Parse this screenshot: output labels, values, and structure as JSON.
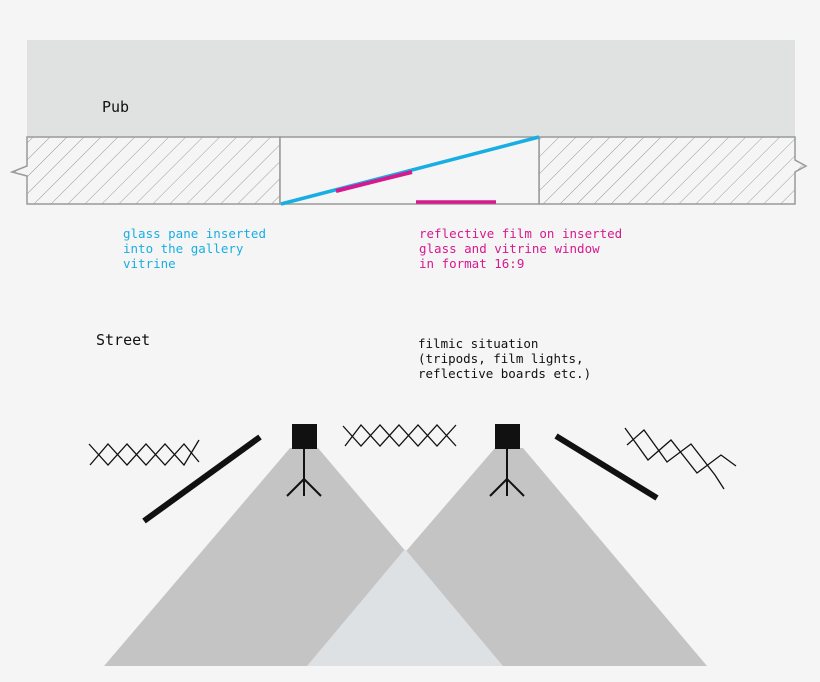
{
  "labels": {
    "pub": "Pub",
    "street": "Street",
    "glass_pane": "glass pane inserted\ninto the gallery\nvitrine",
    "reflective_film": "reflective film on inserted\nglass and vitrine window\nin format 16:9",
    "filmic_situation": "filmic situation\n(tripods, film lights,\nreflective boards etc.)"
  },
  "colors": {
    "background": "#f5f5f5",
    "pub_area": "#e0e1e1",
    "wall_outline": "#9a9a9a",
    "glass_pane": "#19aee3",
    "reflective_film": "#d6198f",
    "light_cone": "#c4c4c4",
    "cone_overlap": "#dde1e3",
    "ink": "#111111"
  },
  "icons": [
    "camera-icon",
    "tripod-icon",
    "x-stand-icon",
    "reflective-board-icon"
  ]
}
